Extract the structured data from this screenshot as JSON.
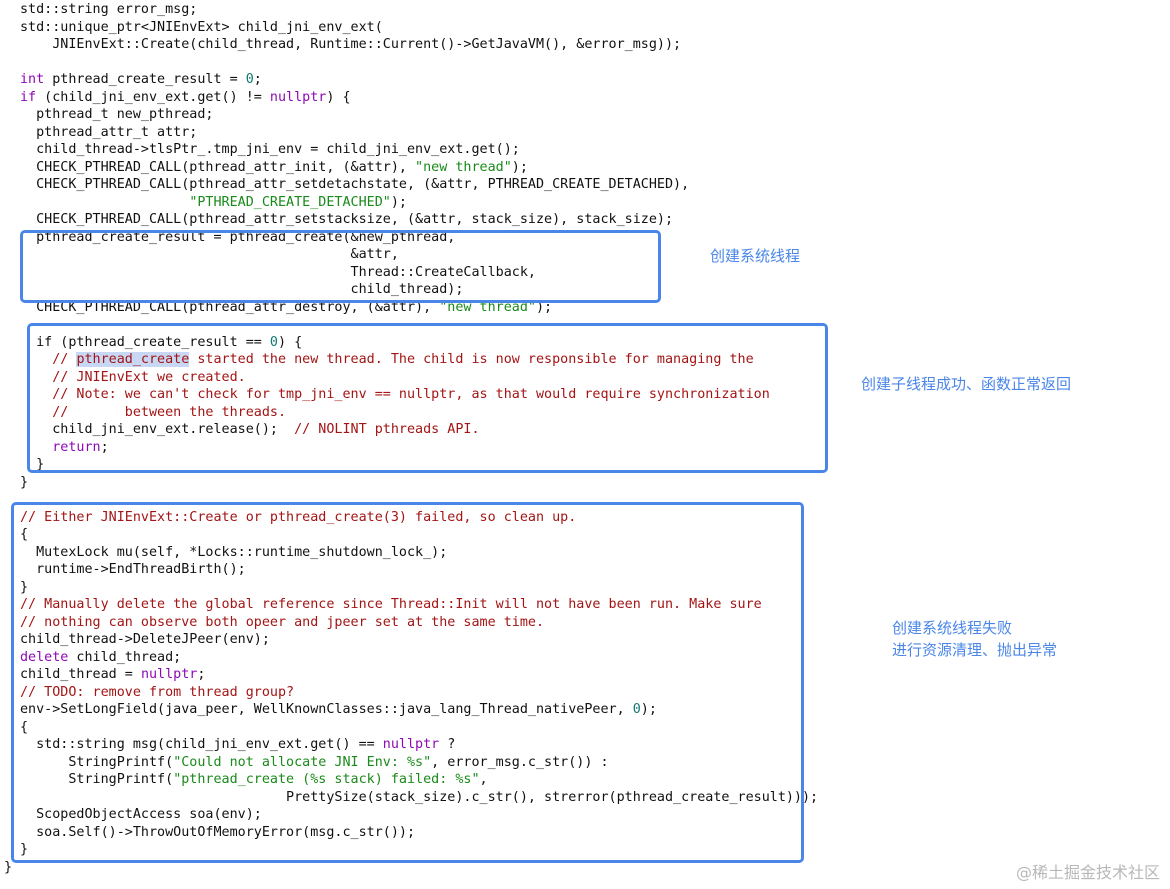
{
  "colors": {
    "code_text": "#111111",
    "keyword": "#8f0ab6",
    "string": "#1a8a1a",
    "comment": "#a31515",
    "number": "#117a70",
    "box_border": "#4a86e8",
    "annotation": "#4a86e8",
    "selection": "#c8d7f3"
  },
  "code": [
    [
      {
        "t": "std::string error_msg;",
        "c": "d"
      }
    ],
    [
      {
        "t": "std::unique_ptr<JNIEnvExt> child_jni_env_ext(",
        "c": "d"
      }
    ],
    [
      {
        "t": "    JNIEnvExt::Create(child_thread, Runtime::Current()->GetJavaVM(), &error_msg));",
        "c": "d"
      }
    ],
    [],
    [
      {
        "t": "int",
        "c": "k"
      },
      {
        "t": " pthread_create_result = ",
        "c": "d"
      },
      {
        "t": "0",
        "c": "n"
      },
      {
        "t": ";",
        "c": "d"
      }
    ],
    [
      {
        "t": "if",
        "c": "k"
      },
      {
        "t": " (child_jni_env_ext.get() != ",
        "c": "d"
      },
      {
        "t": "nullptr",
        "c": "k"
      },
      {
        "t": ") {",
        "c": "d"
      }
    ],
    [
      {
        "t": "  pthread_t new_pthread;",
        "c": "d"
      }
    ],
    [
      {
        "t": "  pthread_attr_t attr;",
        "c": "d"
      }
    ],
    [
      {
        "t": "  child_thread->tlsPtr_.tmp_jni_env = child_jni_env_ext.get();",
        "c": "d"
      }
    ],
    [
      {
        "t": "  CHECK_PTHREAD_CALL(pthread_attr_init, (&attr), ",
        "c": "d"
      },
      {
        "t": "\"new thread\"",
        "c": "s"
      },
      {
        "t": ");",
        "c": "d"
      }
    ],
    [
      {
        "t": "  CHECK_PTHREAD_CALL(pthread_attr_setdetachstate, (&attr, PTHREAD_CREATE_DETACHED),",
        "c": "d"
      }
    ],
    [
      {
        "t": "                     ",
        "c": "d"
      },
      {
        "t": "\"PTHREAD_CREATE_DETACHED\"",
        "c": "s"
      },
      {
        "t": ");",
        "c": "d"
      }
    ],
    [
      {
        "t": "  CHECK_PTHREAD_CALL(pthread_attr_setstacksize, (&attr, stack_size), stack_size);",
        "c": "d"
      }
    ],
    [
      {
        "t": "  pthread_create_result = pthread_create(&new_pthread,",
        "c": "d"
      }
    ],
    [
      {
        "t": "                                         &attr,",
        "c": "d"
      }
    ],
    [
      {
        "t": "                                         Thread::CreateCallback,",
        "c": "d"
      }
    ],
    [
      {
        "t": "                                         child_thread);",
        "c": "d"
      }
    ],
    [
      {
        "t": "  CHECK_PTHREAD_CALL(pthread_attr_destroy, (&attr), ",
        "c": "d"
      },
      {
        "t": "\"new thread\"",
        "c": "s"
      },
      {
        "t": ");",
        "c": "d"
      }
    ],
    [],
    [
      {
        "t": "  if",
        "c": "d"
      },
      {
        "t": " (pthread_create_result == ",
        "c": "d"
      },
      {
        "t": "0",
        "c": "n"
      },
      {
        "t": ") {",
        "c": "d"
      }
    ],
    [
      {
        "t": "    // ",
        "c": "m"
      },
      {
        "t": "pthread_create",
        "c": "m",
        "hl": true
      },
      {
        "t": " started the new thread. The child is now responsible for managing the",
        "c": "m"
      }
    ],
    [
      {
        "t": "    // JNIEnvExt we created.",
        "c": "m"
      }
    ],
    [
      {
        "t": "    // Note: we can't check for tmp_jni_env == nullptr, as that would require synchronization",
        "c": "m"
      }
    ],
    [
      {
        "t": "    //       between the threads.",
        "c": "m"
      }
    ],
    [
      {
        "t": "    child_jni_env_ext.release();  ",
        "c": "d"
      },
      {
        "t": "// NOLINT pthreads API.",
        "c": "m"
      }
    ],
    [
      {
        "t": "    return",
        "c": "k"
      },
      {
        "t": ";",
        "c": "d"
      }
    ],
    [
      {
        "t": "  }",
        "c": "d"
      }
    ],
    [
      {
        "t": "}",
        "c": "d"
      }
    ],
    [],
    [
      {
        "t": "// Either JNIEnvExt::Create or pthread_create(3) failed, so clean up.",
        "c": "m"
      }
    ],
    [
      {
        "t": "{",
        "c": "d"
      }
    ],
    [
      {
        "t": "  MutexLock mu(self, *Locks::runtime_shutdown_lock_);",
        "c": "d"
      }
    ],
    [
      {
        "t": "  runtime->EndThreadBirth();",
        "c": "d"
      }
    ],
    [
      {
        "t": "}",
        "c": "d"
      }
    ],
    [
      {
        "t": "// Manually delete the global reference since Thread::Init will not have been run. Make sure",
        "c": "m"
      }
    ],
    [
      {
        "t": "// nothing can observe both opeer and jpeer set at the same time.",
        "c": "m"
      }
    ],
    [
      {
        "t": "child_thread->DeleteJPeer(env);",
        "c": "d"
      }
    ],
    [
      {
        "t": "delete",
        "c": "k"
      },
      {
        "t": " child_thread;",
        "c": "d"
      }
    ],
    [
      {
        "t": "child_thread = ",
        "c": "d"
      },
      {
        "t": "nullptr",
        "c": "k"
      },
      {
        "t": ";",
        "c": "d"
      }
    ],
    [
      {
        "t": "// TODO: remove from thread group?",
        "c": "m"
      }
    ],
    [
      {
        "t": "env->SetLongField(java_peer, WellKnownClasses::java_lang_Thread_nativePeer, ",
        "c": "d"
      },
      {
        "t": "0",
        "c": "n"
      },
      {
        "t": ");",
        "c": "d"
      }
    ],
    [
      {
        "t": "{",
        "c": "d"
      }
    ],
    [
      {
        "t": "  std::string msg(child_jni_env_ext.get() == ",
        "c": "d"
      },
      {
        "t": "nullptr",
        "c": "k"
      },
      {
        "t": " ?",
        "c": "d"
      }
    ],
    [
      {
        "t": "      StringPrintf(",
        "c": "d"
      },
      {
        "t": "\"Could not allocate JNI Env: %s\"",
        "c": "s"
      },
      {
        "t": ", error_msg.c_str()) :",
        "c": "d"
      }
    ],
    [
      {
        "t": "      StringPrintf(",
        "c": "d"
      },
      {
        "t": "\"pthread_create (%s stack) failed: %s\"",
        "c": "s"
      },
      {
        "t": ",",
        "c": "d"
      }
    ],
    [
      {
        "t": "                                 PrettySize(stack_size).c_str(), strerror(pthread_create_result)));",
        "c": "d"
      }
    ],
    [
      {
        "t": "  ScopedObjectAccess soa(env);",
        "c": "d"
      }
    ],
    [
      {
        "t": "  soa.Self()->ThrowOutOfMemoryError(msg.c_str());",
        "c": "d"
      }
    ],
    [
      {
        "t": "}",
        "c": "d"
      }
    ]
  ],
  "annotations": {
    "create_thread": "创建系统线程",
    "create_success": "创建子线程成功、函数正常返回",
    "create_failed_line1": "创建系统线程失败",
    "create_failed_line2": "进行资源清理、抛出异常"
  },
  "watermark": "@稀土掘金技术社区"
}
